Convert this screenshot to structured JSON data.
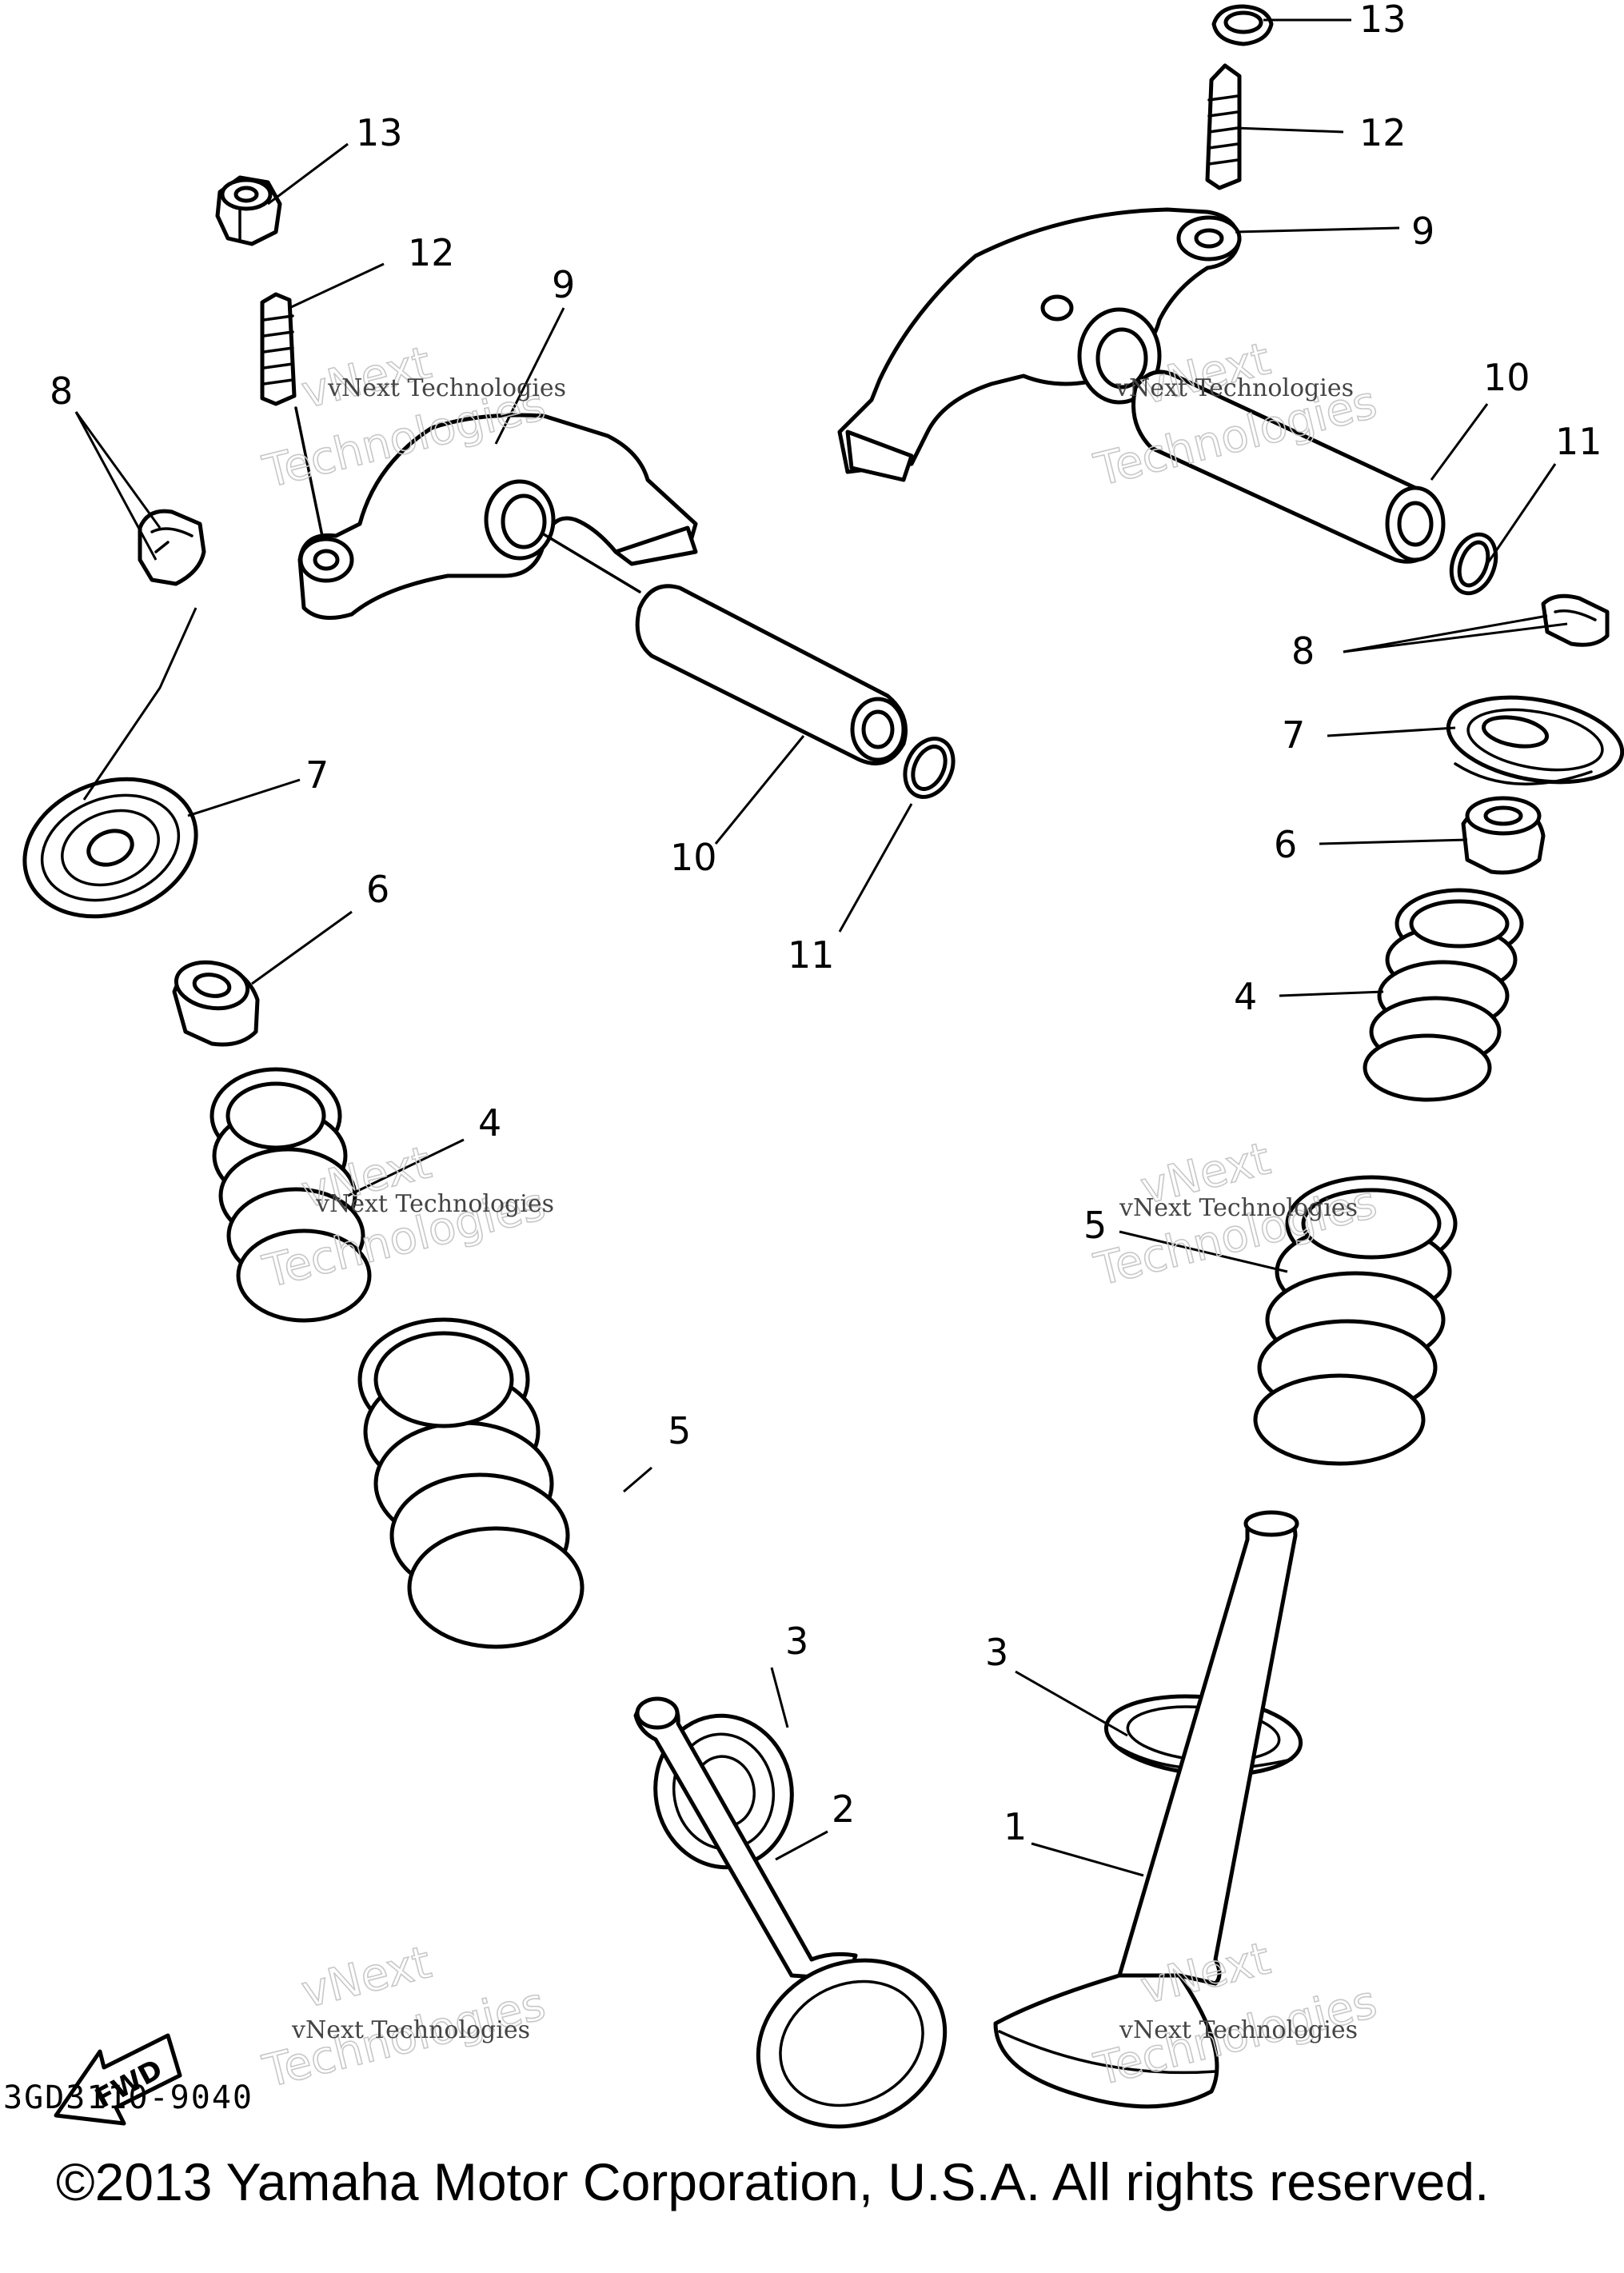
{
  "diagram": {
    "callouts": {
      "left_13": "13",
      "left_12": "12",
      "left_9": "9",
      "left_8": "8",
      "left_7": "7",
      "left_10": "10",
      "left_11": "11",
      "left_6": "6",
      "left_4": "4",
      "left_5": "5",
      "left_3": "3",
      "left_2": "2",
      "right_13": "13",
      "right_12": "12",
      "right_9": "9",
      "right_10": "10",
      "right_11": "11",
      "right_8": "8",
      "right_7": "7",
      "right_6": "6",
      "right_4": "4",
      "right_5": "5",
      "right_3": "3",
      "right_1": "1"
    },
    "fwd_label": "FWD",
    "watermark_big": [
      "vNext",
      "Technologies"
    ],
    "watermark_small": "vNext Technologies",
    "part_code": "3GD3110-9040",
    "copyright": "©2013 Yamaha Motor Corporation, U.S.A. All rights reserved."
  }
}
